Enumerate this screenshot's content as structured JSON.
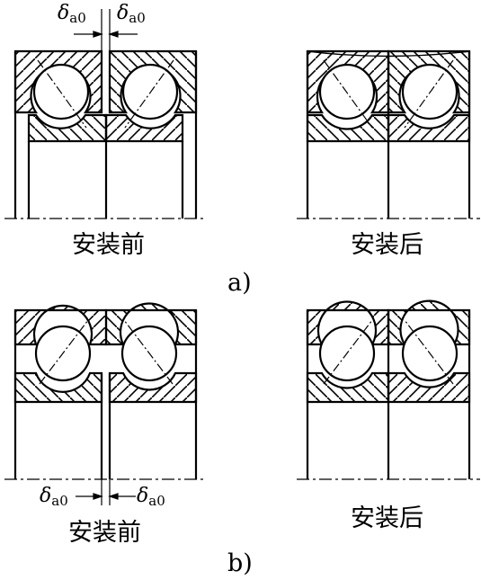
{
  "labels": {
    "a_before": "安装前",
    "a_after": "安装后",
    "a_caption": "a)",
    "b_before": "安装前",
    "b_after": "安装后",
    "b_caption": "b)"
  },
  "clearance": {
    "delta": "δ",
    "subscript": "a0"
  },
  "colors": {
    "ink": "#000000",
    "background": "#ffffff"
  }
}
